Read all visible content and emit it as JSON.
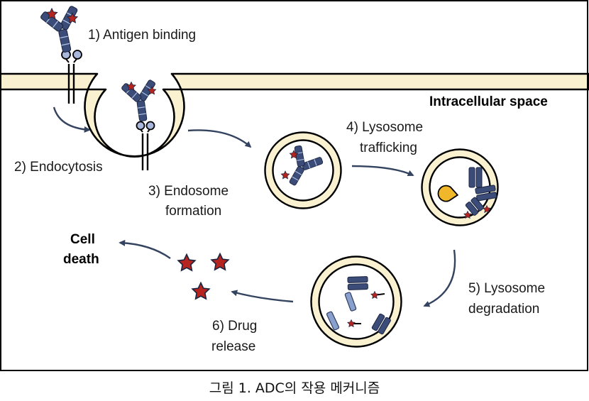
{
  "labels": {
    "step1": "1) Antigen binding",
    "step2": "2) Endocytosis",
    "step3_line1": "3) Endosome",
    "step3_line2": "formation",
    "step4_line1": "4) Lysosome",
    "step4_line2": "trafficking",
    "step5_line1": "5) Lysosome",
    "step5_line2": "degradation",
    "step6_line1": "6) Drug",
    "step6_line2": "release",
    "cell_death_line1": "Cell",
    "cell_death_line2": "death",
    "intracellular": "Intracellular space"
  },
  "caption": "그림 1. ADC의 작용 메커니즘",
  "colors": {
    "membrane_fill": "#faf1d0",
    "outline": "#000000",
    "antibody": "#3b4c78",
    "antibody_light": "#b3c6e8",
    "payload": "#b5241e",
    "receptor_head": "#a9b7dc",
    "enzyme": "#f0b72a",
    "arrow": "#34435f"
  }
}
